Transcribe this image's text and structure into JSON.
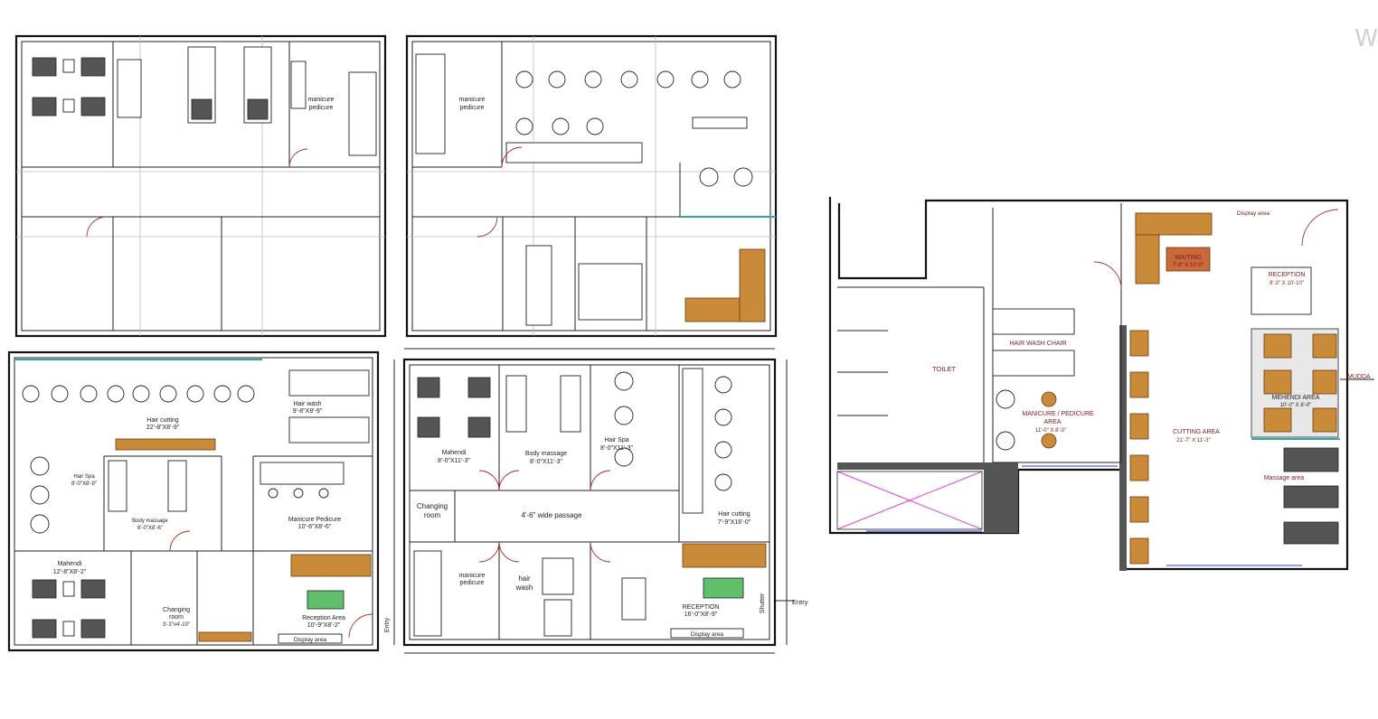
{
  "plans": {
    "p3": {
      "hair_wash": "Hair wash",
      "hair_wash_dim": "9'-8\"X8'-9\"",
      "hair_cutting": "Hair cutting",
      "hair_cutting_dim": "22'-8\"X8'-9\"",
      "hair_spa": "Hair Spa",
      "hair_spa_dim": "8'-0\"X8'-9\"",
      "body_massage": "Body massage",
      "body_massage_dim": "8'-0\"X8'-6\"",
      "manicure_pedicure": "Manicure Pedicure",
      "manicure_pedicure_dim": "10'-6\"X8'-6\"",
      "mahendi": "Mahendi",
      "mahendi_dim": "12'-8\"X8'-2\"",
      "changing": "Changing",
      "changing_room": "room",
      "changing_dim": "3'-3\"x4'-10\"",
      "reception_area": "Reception Area",
      "reception_dim": "10'-9\"X8'-2\"",
      "display_area": "Display area"
    },
    "p2": {
      "manicure": "manicure",
      "pedicure": "pedicure"
    },
    "p1": {
      "manicure": "manicure",
      "pedicure": "pedicure"
    },
    "p4": {
      "mahendi": "Mahendi",
      "mahendi_dim": "8'-0\"X11'-3\"",
      "body_massage": "Body massage",
      "body_massage_dim": "8'-0\"X11'-3\"",
      "hair_spa": "Hair Spa",
      "hair_spa_dim": "8'-0\"X11'-3\"",
      "hair_cutting": "Hair cutting",
      "hair_cutting_dim": "7'-9\"X16'-0\"",
      "changing": "Changing",
      "room": "room",
      "passage": "4'-6\" wide passage",
      "manicure": "manicure",
      "pedicure": "pedicure",
      "hair": "hair",
      "wash": "wash",
      "reception": "RECEPTION",
      "reception_dim": "16'-0\"X8'-9\"",
      "display_area": "Display area",
      "shutter": "Shutter",
      "entry_side": "Entry",
      "entry_arrow": "Entry"
    },
    "p5": {
      "toilet": "TOILET",
      "display_area": "Display area",
      "waiting": "WAITING",
      "waiting_dim": "7'-8\" X 10'-0\"",
      "reception": "RECEPTION",
      "reception_dim": "9'-3\" X 10'-10\"",
      "hair_wash_chair": "HAIR WASH CHAIR",
      "manicure_pedicure": "MANICURE / PEDICURE",
      "area": "AREA",
      "mp_dim": "11'-0\" X 8'-0\"",
      "cutting_area": "CUTTING AREA",
      "cutting_dim": "21'-7\" X 11'-3\"",
      "mehendi_area": "MEHENDI AREA",
      "mehendi_dim": "10'-0\" X 8'-0\"",
      "massage_area": "Massage area",
      "mudda": "MUDDA"
    }
  },
  "watermark": "W"
}
